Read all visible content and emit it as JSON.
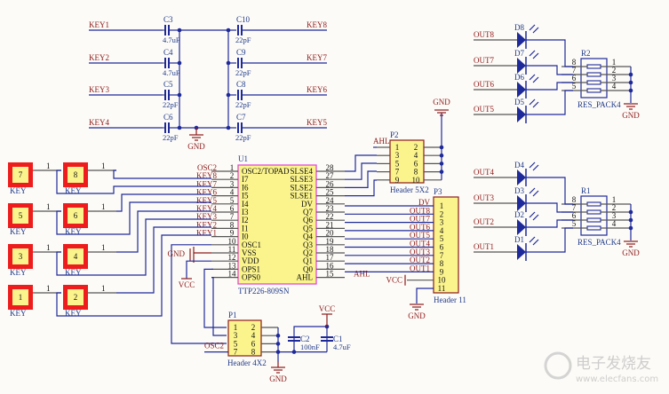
{
  "caps_left": [
    {
      "ref": "C3",
      "value": "4.7uF",
      "net": "KEY1"
    },
    {
      "ref": "C4",
      "value": "4.7uF",
      "net": "KEY2"
    },
    {
      "ref": "C5",
      "value": "22pF",
      "net": "KEY3"
    },
    {
      "ref": "C6",
      "value": "22pF",
      "net": "KEY4"
    }
  ],
  "caps_right": [
    {
      "ref": "C10",
      "value": "22pF",
      "net": "KEY8"
    },
    {
      "ref": "C9",
      "value": "22pF",
      "net": "KEY7"
    },
    {
      "ref": "C8",
      "value": "22pF",
      "net": "KEY6"
    },
    {
      "ref": "C7",
      "value": "22pF",
      "net": "KEY5"
    }
  ],
  "gnd_label": "GND",
  "vcc_label": "VCC",
  "keys": {
    "label": "KEY",
    "pin": "1",
    "pads": [
      "7",
      "8",
      "5",
      "6",
      "3",
      "4",
      "1",
      "2"
    ]
  },
  "u1": {
    "ref": "U1",
    "part": "TTP226-809SN",
    "left_pins": [
      {
        "num": "1",
        "name": "OSC2/TOPAD",
        "net": "OSC2"
      },
      {
        "num": "2",
        "name": "I7",
        "net": "KEY8"
      },
      {
        "num": "3",
        "name": "I6",
        "net": "KEY7"
      },
      {
        "num": "4",
        "name": "I5",
        "net": "KEY6"
      },
      {
        "num": "5",
        "name": "I4",
        "net": "KEY5"
      },
      {
        "num": "6",
        "name": "I3",
        "net": "KEY4"
      },
      {
        "num": "7",
        "name": "I2",
        "net": "KEY3"
      },
      {
        "num": "8",
        "name": "I1",
        "net": "KEY2"
      },
      {
        "num": "9",
        "name": "I0",
        "net": "KEY1"
      },
      {
        "num": "10",
        "name": "OSC1",
        "net": ""
      },
      {
        "num": "11",
        "name": "VSS",
        "net": ""
      },
      {
        "num": "12",
        "name": "VDD",
        "net": ""
      },
      {
        "num": "13",
        "name": "OPS1",
        "net": ""
      },
      {
        "num": "14",
        "name": "OPS0",
        "net": ""
      }
    ],
    "right_pins": [
      {
        "num": "28",
        "name": "SLSE4"
      },
      {
        "num": "27",
        "name": "SLSE3"
      },
      {
        "num": "26",
        "name": "SLSE2"
      },
      {
        "num": "25",
        "name": "SLSE1"
      },
      {
        "num": "24",
        "name": "DV"
      },
      {
        "num": "23",
        "name": "Q7"
      },
      {
        "num": "22",
        "name": "Q6"
      },
      {
        "num": "21",
        "name": "Q5"
      },
      {
        "num": "20",
        "name": "Q4"
      },
      {
        "num": "19",
        "name": "Q3"
      },
      {
        "num": "18",
        "name": "Q2"
      },
      {
        "num": "17",
        "name": "Q1"
      },
      {
        "num": "16",
        "name": "Q0"
      },
      {
        "num": "15",
        "name": "AHL"
      }
    ],
    "ahl_net": "AHL"
  },
  "p2": {
    "ref": "P2",
    "name": "Header 5X2",
    "net": "AHL",
    "rows": [
      [
        "1",
        "2"
      ],
      [
        "3",
        "4"
      ],
      [
        "5",
        "6"
      ],
      [
        "7",
        "8"
      ],
      [
        "9",
        "10"
      ]
    ]
  },
  "p3": {
    "ref": "P3",
    "name": "Header 11",
    "pins": [
      "1",
      "2",
      "3",
      "4",
      "5",
      "6",
      "7",
      "8",
      "9",
      "10",
      "11"
    ],
    "nets": [
      "DV",
      "OUT8",
      "OUT7",
      "OUT6",
      "OUT5",
      "OUT4",
      "OUT3",
      "OUT2",
      "OUT1"
    ]
  },
  "p1": {
    "ref": "P1",
    "name": "Header 4X2",
    "net": "OSC2",
    "rows": [
      [
        "1",
        "2"
      ],
      [
        "3",
        "4"
      ],
      [
        "5",
        "6"
      ],
      [
        "7",
        "8"
      ]
    ]
  },
  "c2": {
    "ref": "C2",
    "value": "100nF"
  },
  "c1": {
    "ref": "C1",
    "value": "4.7uF"
  },
  "led_top": {
    "leds": [
      {
        "ref": "D8",
        "net": "OUT8"
      },
      {
        "ref": "D7",
        "net": "OUT7"
      },
      {
        "ref": "D6",
        "net": "OUT6"
      },
      {
        "ref": "D5",
        "net": "OUT5"
      }
    ],
    "rpack": {
      "ref": "R2",
      "name": "RES_PACK4",
      "left": [
        "8",
        "7",
        "6",
        "5"
      ],
      "right": [
        "1",
        "2",
        "3",
        "4"
      ]
    }
  },
  "led_bot": {
    "leds": [
      {
        "ref": "D4",
        "net": "OUT4"
      },
      {
        "ref": "D3",
        "net": "OUT3"
      },
      {
        "ref": "D2",
        "net": "OUT2"
      },
      {
        "ref": "D1",
        "net": "OUT1"
      }
    ],
    "rpack": {
      "ref": "R1",
      "name": "RES_PACK4",
      "left": [
        "8",
        "7",
        "6",
        "5"
      ],
      "right": [
        "1",
        "2",
        "3",
        "4"
      ]
    }
  },
  "watermark": {
    "title": "电子发烧友",
    "url": "www.elecfans.com"
  }
}
